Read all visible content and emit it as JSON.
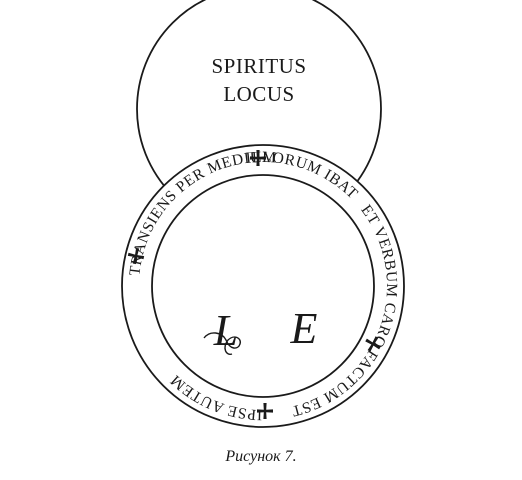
{
  "diagram": {
    "top_circle_text": [
      "SPIRITUS",
      "LOCUS"
    ],
    "ring_text_segments": [
      "ILLORUM IBAT",
      "ET VERBUM CARO FACTUM EST",
      "IPSE AUTEM",
      "TRANSIENS PER MEDIUM"
    ],
    "monogram_left": "L",
    "monogram_right": "E",
    "caption": "Рисунок 7."
  },
  "colors": {
    "ink": "#1a1a1a",
    "background": "#ffffff"
  },
  "icons": [
    "cross-icon"
  ]
}
